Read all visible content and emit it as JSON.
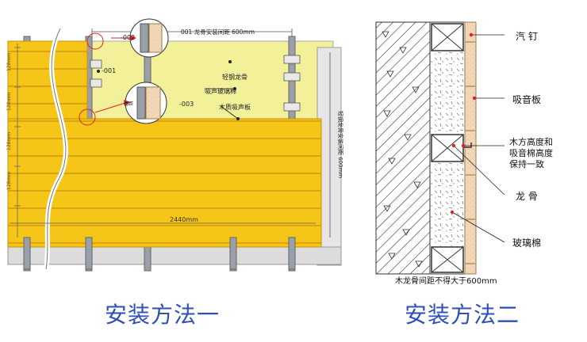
{
  "method1": {
    "top_dimension": "001 龙骨安装间距 600mm",
    "side_dimension": "轻钢龙骨安装间距 600mm",
    "width_dimension": "2440mm",
    "panel_spacing": "128mm",
    "callouts": {
      "c002": "-002",
      "c001": "-001",
      "c003": "-003",
      "groove_label": "槽距"
    },
    "labels": {
      "keel": "轻钢龙骨",
      "glass_wool": "吸声玻璃棉",
      "wood_panel": "木质吸声板"
    },
    "colors": {
      "panel": "#f5c518",
      "wall": "#f3f09a",
      "keel": "#9aa0a8"
    }
  },
  "method2": {
    "labels": {
      "nail": "汽 钉",
      "board": "吸音板",
      "note_line1": "木方高度和",
      "note_line2": "吸音棉高度",
      "note_line3": "保持一致",
      "keel": "龙 骨",
      "wool": "玻璃棉"
    },
    "bottom_note": "木龙骨间距不得大于600mm",
    "colors": {
      "pointer": "#e0202a"
    }
  },
  "captions": {
    "method1": "安装方法一",
    "method2": "安装方法二"
  }
}
